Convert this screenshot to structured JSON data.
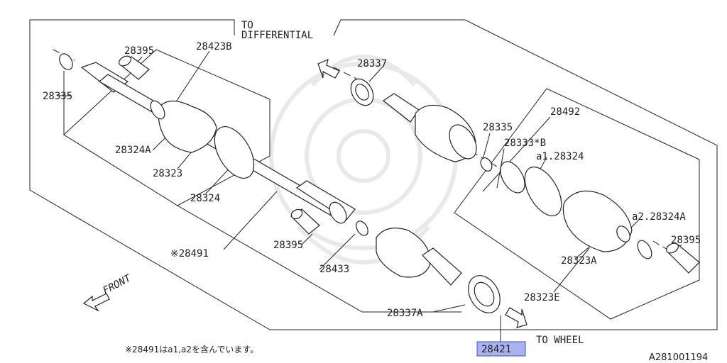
{
  "diagram": {
    "labels": {
      "to_differential_1": "TO",
      "to_differential_2": "DIFFERENTIAL",
      "to_wheel": "TO WHEEL",
      "front": "FRONT",
      "p28395_top": "28395",
      "p28423B": "28423B",
      "p28335_left": "28335",
      "p28324A": "28324A",
      "p28323": "28323",
      "p28324": "28324",
      "p28491": "※28491",
      "p28395_mid": "28395",
      "p28433": "28433",
      "p28337A": "28337A",
      "p28337": "28337",
      "p28492": "28492",
      "p28335_right": "28335",
      "p28333B": "28333*B",
      "a1_28324": "a1.28324",
      "a2_28324A": "a2.28324A",
      "p28395_right": "28395",
      "p28323A": "28323A",
      "p28323E": "28323E",
      "highlight": "28421"
    },
    "footnote": "※28491はa1,a2を含んでいます。",
    "code": "A281001194",
    "highlight_color": "#a9b3f2"
  }
}
